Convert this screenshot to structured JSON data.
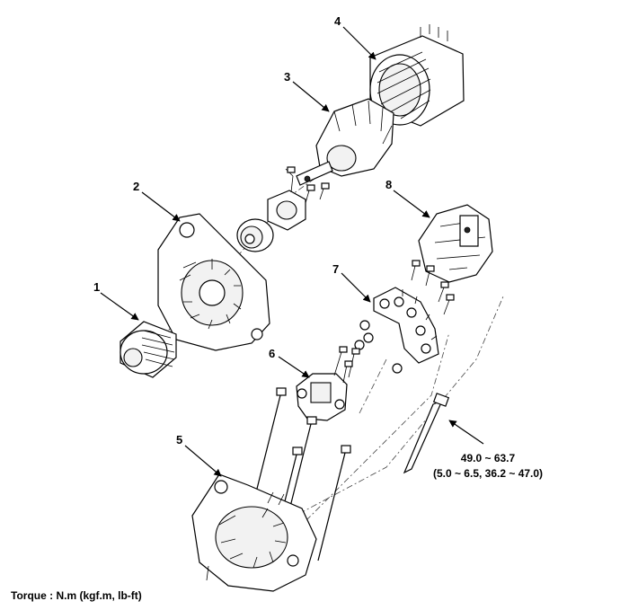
{
  "callouts": [
    "1",
    "2",
    "3",
    "4",
    "5",
    "6",
    "7",
    "8"
  ],
  "torque_spec": {
    "value": "49.0 ~ 63.7",
    "alt_units": "(5.0 ~ 6.5, 36.2 ~ 47.0)"
  },
  "footer": "Torque : N.m (kgf.m, lb-ft)",
  "parts": [
    "pulley-icon",
    "front-bracket-icon",
    "rotor-icon",
    "stator-icon",
    "rear-bracket-icon",
    "brush-holder-icon",
    "rectifier-icon",
    "rear-cover-icon",
    "through-bolt-icon"
  ]
}
